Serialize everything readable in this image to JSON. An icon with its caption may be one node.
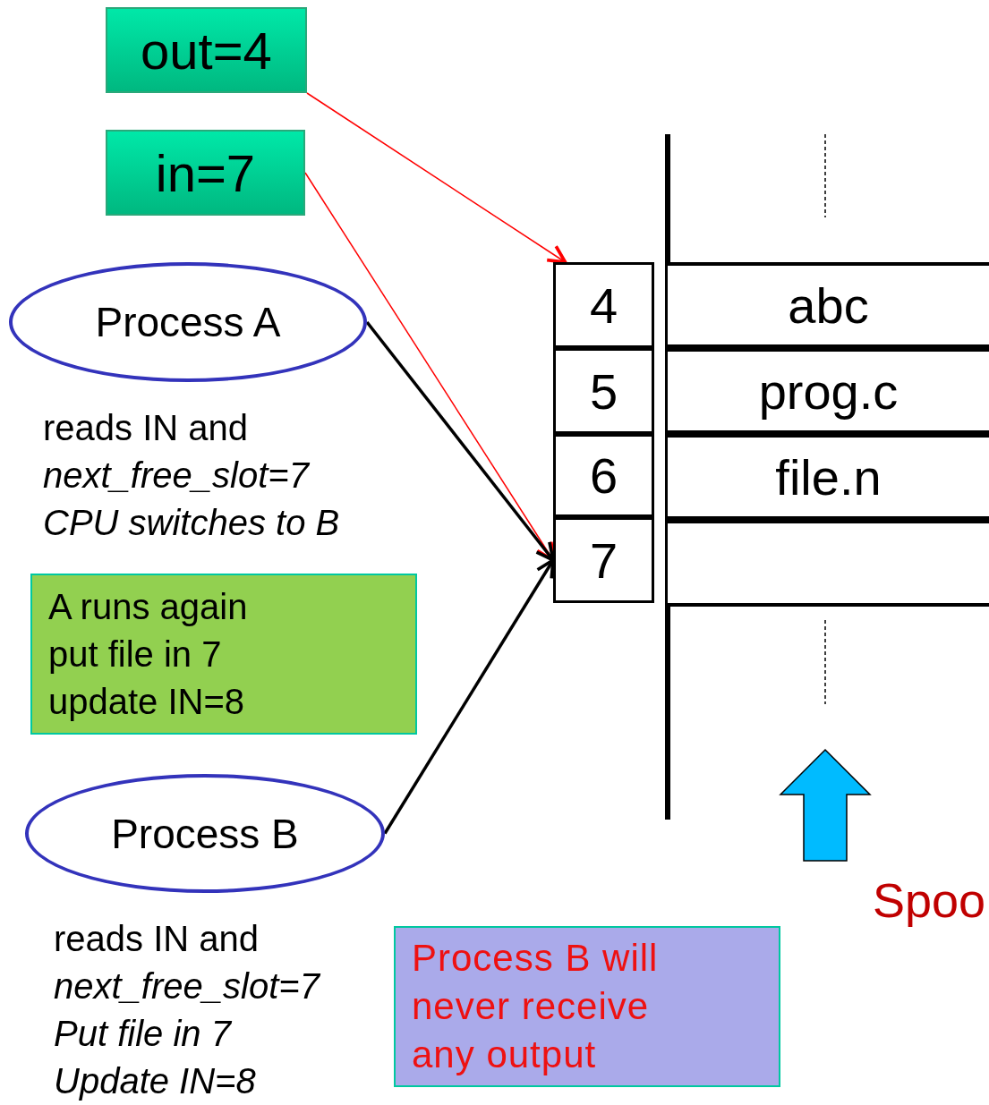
{
  "diagram": {
    "nodes": [
      {
        "text": [
          "out=4"
        ]
      },
      {
        "text": [
          "in=7"
        ]
      },
      {
        "text": [
          "Process A"
        ],
        "beside": [
          "reads IN and",
          "next_free_slot=7",
          "CPU switches to B"
        ]
      },
      {
        "text": [
          "Process B"
        ],
        "beside": [
          "reads IN and",
          "next_free_slot=7",
          "Put file in 7",
          "Update IN=8"
        ]
      },
      {
        "text": [
          "4"
        ]
      },
      {
        "text": [
          "5"
        ]
      },
      {
        "text": [
          "6"
        ]
      },
      {
        "text": [
          "7"
        ]
      },
      {
        "text": [
          "abc"
        ]
      },
      {
        "text": [
          "prog.c"
        ]
      },
      {
        "text": [
          "file.n"
        ]
      },
      {
        "text": [],
        "shape": "box"
      },
      {
        "text": [
          "A runs again put file in 7 update IN=8"
        ]
      },
      {
        "text": [
          "Process B will never receive any output"
        ]
      }
    ],
    "edges": [
      {
        "from": 0,
        "to": 4,
        "arrow": "to",
        "color": "#ff0000"
      },
      {
        "from": 1,
        "to": 7,
        "arrow": "to",
        "color": "#ff0000"
      },
      {
        "from": 2,
        "to": 7,
        "arrow": "to",
        "style": "thick",
        "color": "#000000"
      },
      {
        "from": 3,
        "to": 7,
        "arrow": "to",
        "style": "thick",
        "color": "#000000"
      }
    ],
    "labels": [
      "Spoo"
    ]
  }
}
